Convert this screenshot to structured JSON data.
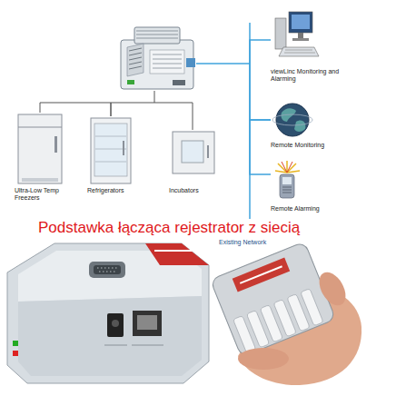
{
  "diagram": {
    "nodes": [
      {
        "text": [
          "viewLinc Monitoring and Alarming"
        ]
      },
      {
        "text": [
          "Remote Monitoring"
        ]
      },
      {
        "text": [
          "Ultra-Low Temp Freezers"
        ]
      },
      {
        "text": [
          "Refrigerators"
        ]
      },
      {
        "text": [
          "Incubators"
        ]
      },
      {
        "text": [
          "Remote Alarming"
        ]
      }
    ],
    "edges": [
      {
        "from": 0,
        "to": 1,
        "arrow": "none"
      },
      {
        "from": 1,
        "to": 5,
        "arrow": "none"
      },
      {
        "from": 2,
        "to": 3,
        "arrow": "none"
      },
      {
        "from": 3,
        "to": 4,
        "arrow": "none"
      }
    ],
    "labels": [
      "Podstawka łącząca rejestrator z siecią",
      "Existing Network"
    ]
  }
}
